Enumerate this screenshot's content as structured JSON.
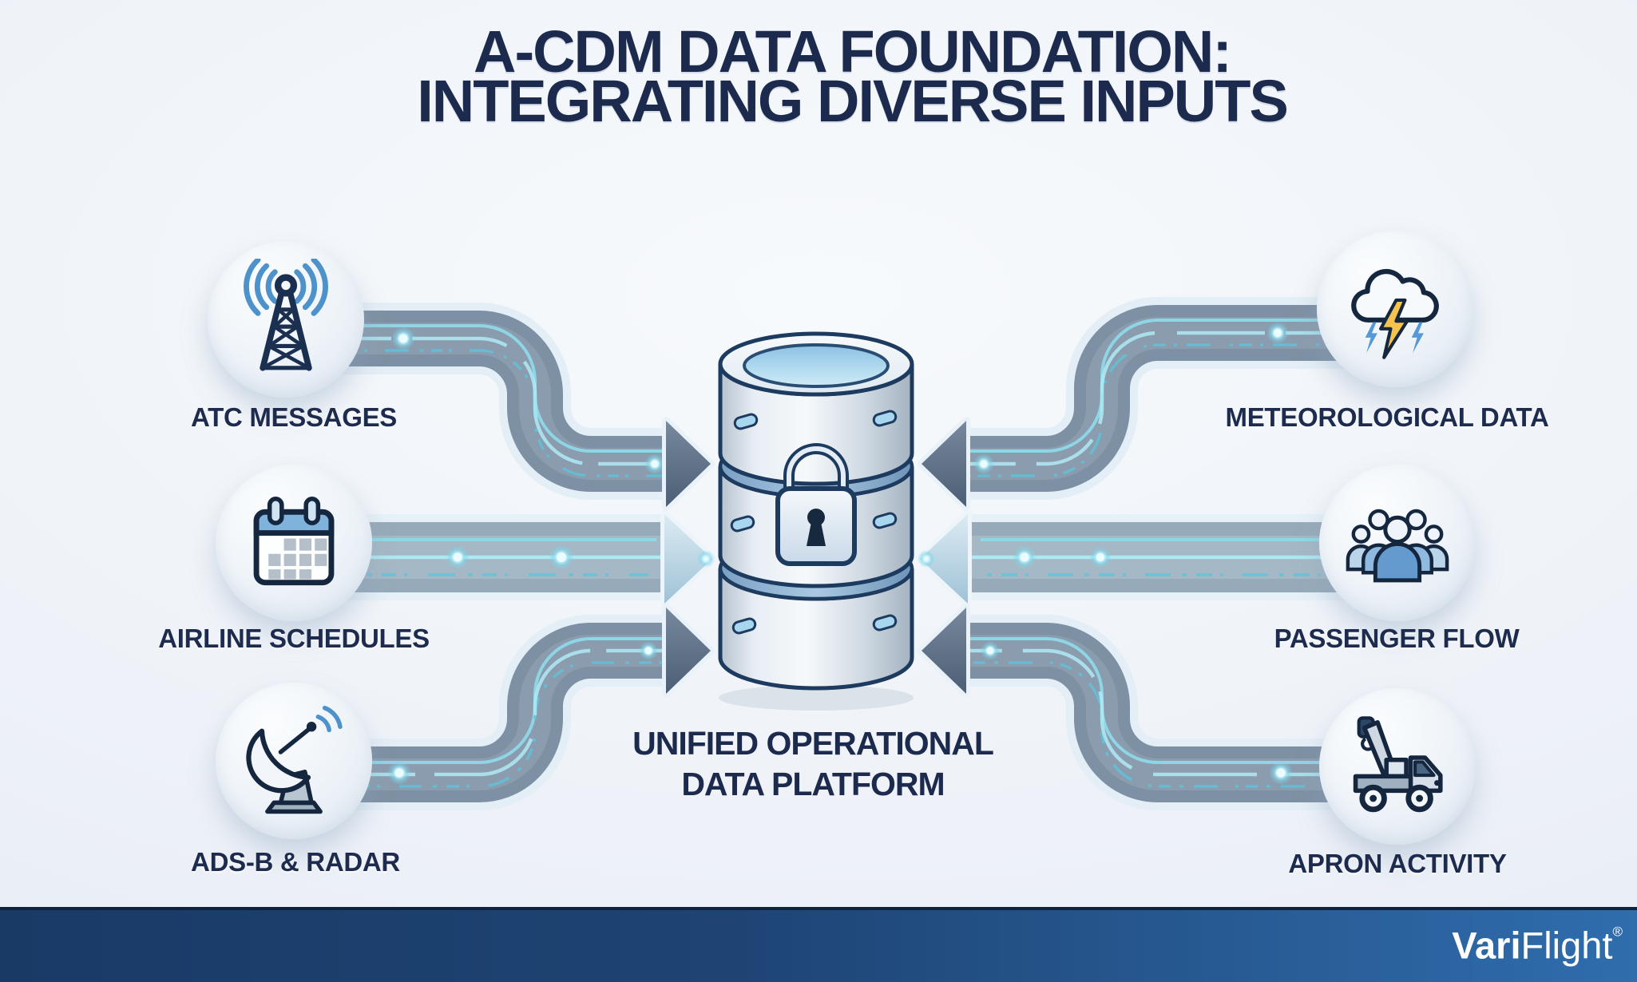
{
  "title": {
    "line1": "A-CDM DATA FOUNDATION:",
    "line2": "INTEGRATING DIVERSE INPUTS"
  },
  "center_platform": {
    "icon": "database-lock-icon",
    "label_line1": "UNIFIED OPERATIONAL",
    "label_line2": "DATA PLATFORM"
  },
  "sources": {
    "left": [
      {
        "label": "ATC MESSAGES",
        "icon": "radio-tower-icon"
      },
      {
        "label": "AIRLINE SCHEDULES",
        "icon": "calendar-icon"
      },
      {
        "label": "ADS-B & RADAR",
        "icon": "satellite-dish-icon"
      }
    ],
    "right": [
      {
        "label": "METEOROLOGICAL DATA",
        "icon": "storm-cloud-icon"
      },
      {
        "label": "PASSENGER FLOW",
        "icon": "people-group-icon"
      },
      {
        "label": "APRON ACTIVITY",
        "icon": "apron-truck-icon"
      }
    ]
  },
  "branding": {
    "name_bold": "Vari",
    "name_light": "Flight",
    "registered": "®"
  },
  "colors": {
    "background": "#eef2f7",
    "title_text": "#1c2b4d",
    "label_text": "#1d2c4e",
    "pipe_gray": "#7e90a3",
    "pipe_light_gray": "#97aab9",
    "accent_cyan": "#8edbeb",
    "arrow_dark_slate": "#5a6c82",
    "arrow_light": "#bdd4e2",
    "footer_bar_left": "#1a3a66",
    "footer_bar_right": "#2f6dad",
    "brand_text": "#ffffff",
    "lightning_yellow": "#f4c44e",
    "icon_blue": "#4e92cc"
  }
}
